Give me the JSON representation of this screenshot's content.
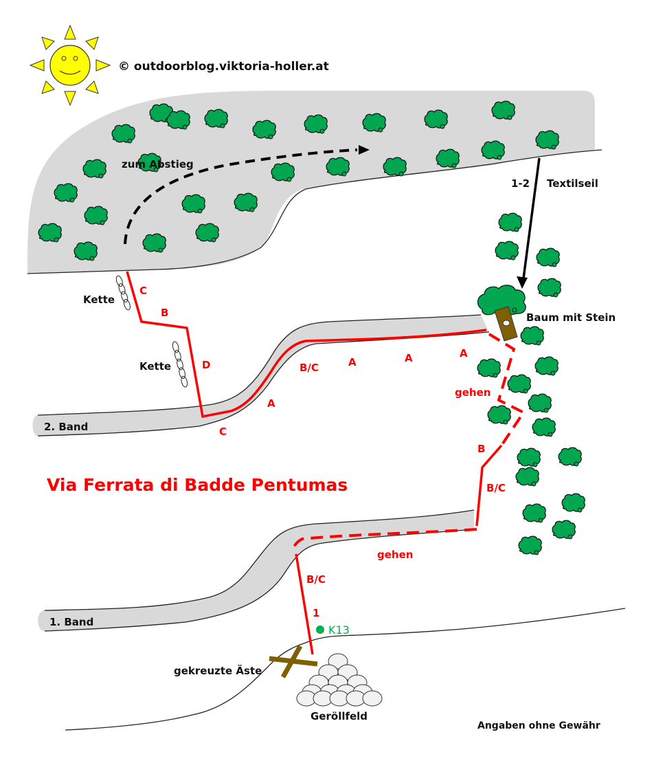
{
  "title": "Via Ferrata di Badde Pentumas",
  "copyright": "© outdoorblog.viktoria-holler.at",
  "disclaimer": "Angaben ohne Gewähr",
  "colors": {
    "route": "#ff0000",
    "rock": "#d9d9d9",
    "tree": "#00a650",
    "trunk": "#7f6000",
    "sun": "#ffff00",
    "checkpoint": "#00b050"
  },
  "labels": {
    "descent": "zum Abstieg",
    "rope_grade": "1-2",
    "rope": "Textilseil",
    "tree_stone": "Baum mit Stein",
    "chain_1": "Kette",
    "chain_2": "Kette",
    "band_2": "2. Band",
    "band_1": "1. Band",
    "walk_1": "gehen",
    "walk_2": "gehen",
    "crossed_branches": "gekreuzte Äste",
    "scree": "Geröllfeld",
    "checkpoint": "K13"
  },
  "grades": {
    "top_c": "C",
    "top_b": "B",
    "wall_d": "D",
    "band2_c": "C",
    "band2_a1": "A",
    "band2_bc": "B/C",
    "band2_a2": "A",
    "band2_a3": "A",
    "band2_a4": "A",
    "right_b": "B",
    "right_bc": "B/C",
    "lower_bc": "B/C",
    "lower_1": "1"
  },
  "icons": {
    "sun": "sun-icon",
    "tree": "bush-icon",
    "chain": "chain-icon",
    "scree": "boulder-icon",
    "cross": "crossed-branches-icon",
    "checkpoint": "checkpoint-dot-icon"
  }
}
